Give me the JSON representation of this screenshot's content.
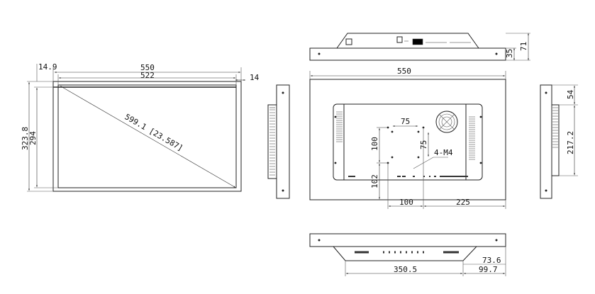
{
  "front_view": {
    "overall_width": "550",
    "screen_width": "522",
    "left_border": "14.9",
    "right_border": "14",
    "overall_height": "323.8",
    "screen_height": "294",
    "diagonal": "599.1 [23.587]"
  },
  "back_view": {
    "overall_width": "550",
    "vesa_horizontal": "75",
    "vesa_vertical": "75",
    "hole_spacing_vertical": "100",
    "hole_label": "4-M4",
    "offset_bottom": "102",
    "hole_spacing_horizontal": "100",
    "offset_right": "225"
  },
  "top_view": {
    "bracket_height": "35",
    "total_depth": "71"
  },
  "right_side_view": {
    "top_offset": "54",
    "bracket_span": "217.2"
  },
  "bottom_view": {
    "depth": "73.6",
    "bracket_width": "350.5",
    "right_offset": "99.7"
  }
}
